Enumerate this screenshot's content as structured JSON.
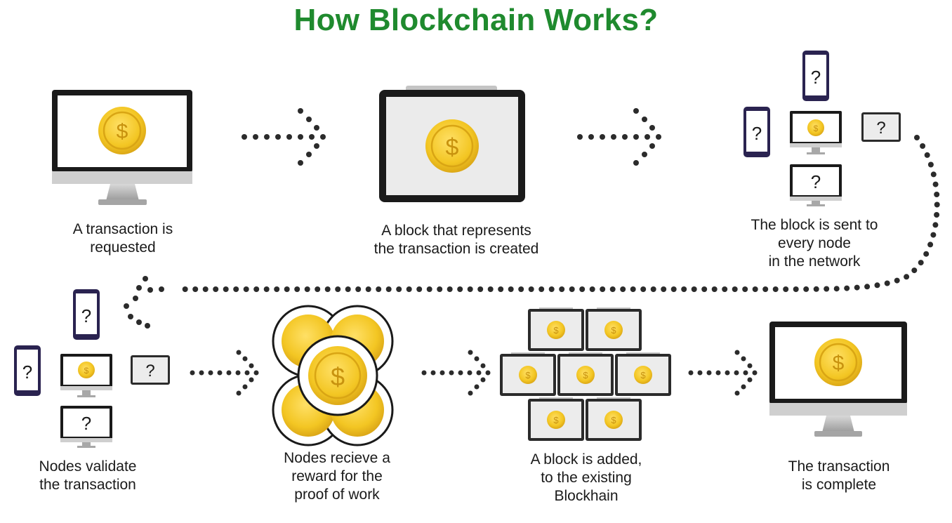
{
  "title": "How Blockchain Works?",
  "steps": [
    {
      "lines": [
        "A transaction is",
        "requested"
      ]
    },
    {
      "lines": [
        "A block that represents",
        "the transaction is created"
      ]
    },
    {
      "lines": [
        "The block is sent to",
        "every node",
        "in the network"
      ]
    },
    {
      "lines": [
        "Nodes validate",
        "the transaction"
      ]
    },
    {
      "lines": [
        "Nodes recieve a",
        "reward for the",
        "proof of work"
      ]
    },
    {
      "lines": [
        "A block is added,",
        "to the existing",
        "Blockhain"
      ]
    },
    {
      "lines": [
        "The transaction",
        "is complete"
      ]
    }
  ],
  "symbols": {
    "coin": "$",
    "unknown": "?"
  },
  "colors": {
    "title": "#1f8a2e",
    "coin": "#f3c623",
    "coin_dark": "#d9a514",
    "dots": "#2b2b2b",
    "phone": "#2a2350"
  }
}
